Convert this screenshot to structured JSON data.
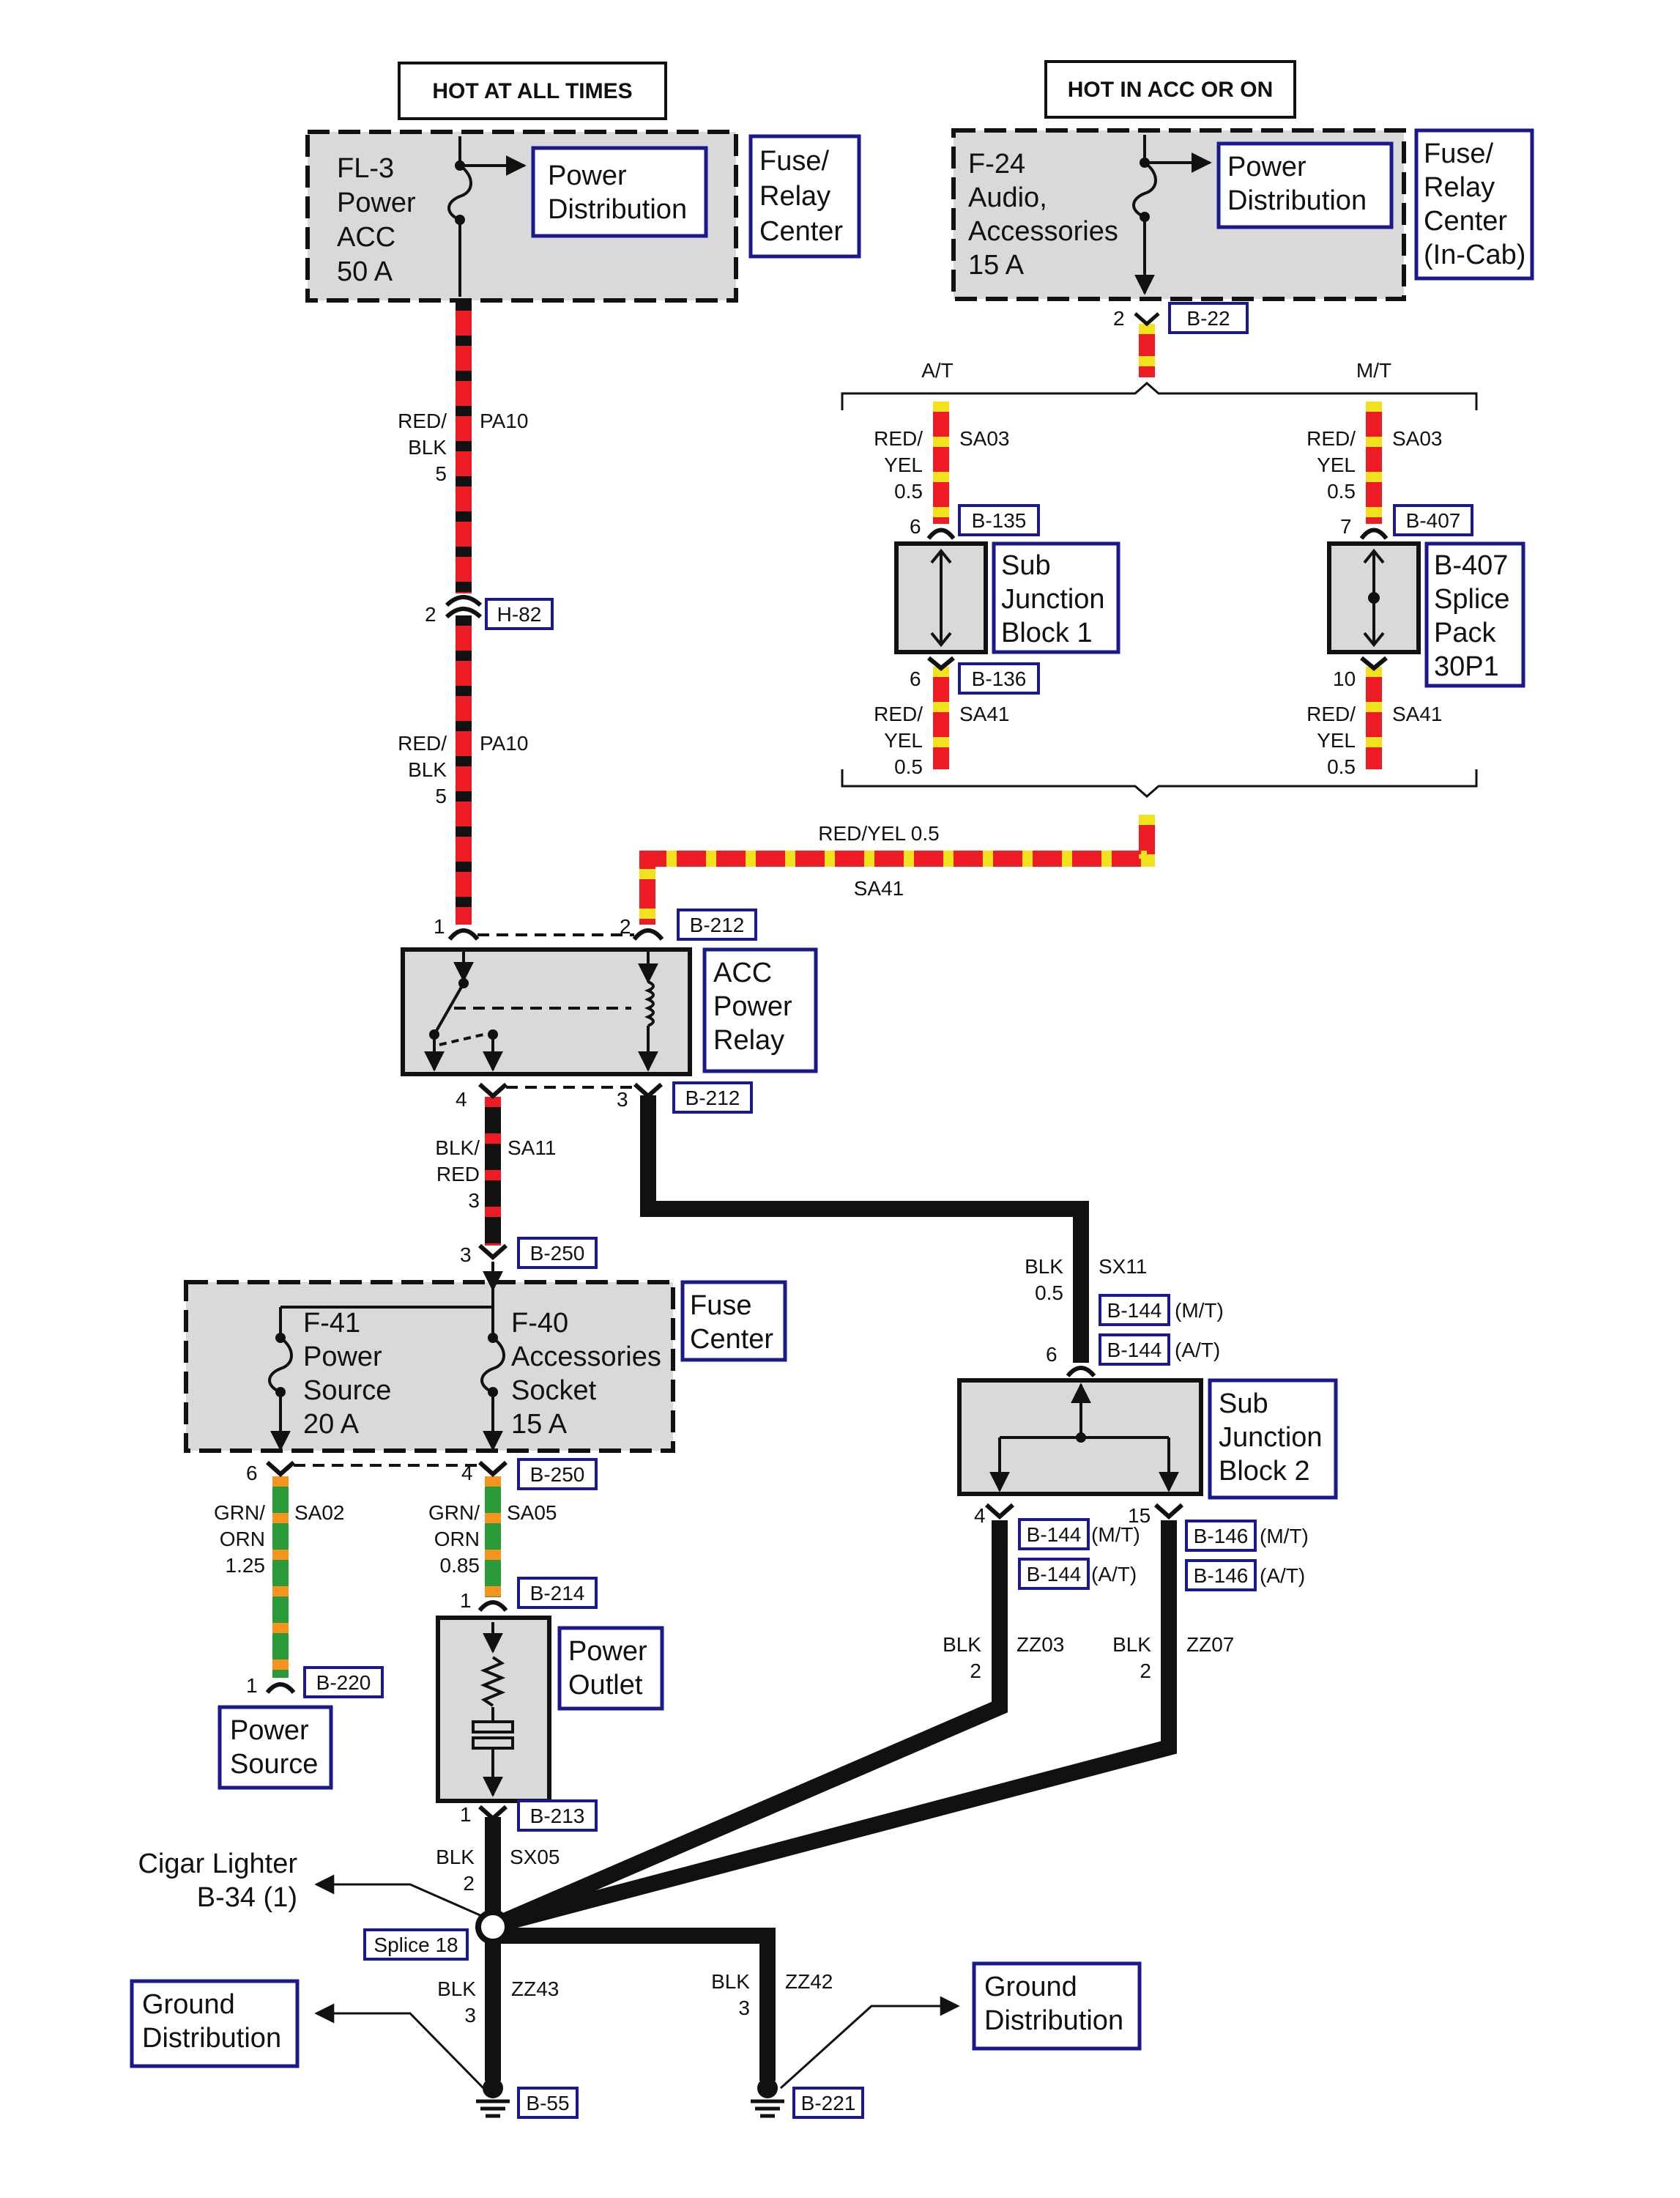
{
  "colors": {
    "red": "#ed1c24",
    "black": "#111111",
    "green": "#2b9a3a",
    "yellow_stripe": "#f2e21d",
    "orange_stripe": "#f7941d",
    "component_fill": "#d9d9d9",
    "label_border": "#1a1a8c"
  },
  "header": {
    "hot_at_all_times": "HOT AT ALL TIMES",
    "hot_in_acc": "HOT IN ACC OR ON"
  },
  "fuses": {
    "fl3": [
      "FL-3",
      "Power",
      "ACC",
      "50 A"
    ],
    "f24": [
      "F-24",
      "Audio,",
      "Accessories",
      "15 A"
    ],
    "f41": [
      "F-41",
      "Power",
      "Source",
      "20 A"
    ],
    "f40": [
      "F-40",
      "Accessories",
      "Socket",
      "15 A"
    ]
  },
  "boxes": {
    "power_dist_1": [
      "Power",
      "Distribution"
    ],
    "power_dist_2": [
      "Power",
      "Distribution"
    ],
    "fuse_relay_center": [
      "Fuse/",
      "Relay",
      "Center"
    ],
    "fuse_relay_center_cab": [
      "Fuse/",
      "Relay",
      "Center",
      "(In-Cab)"
    ],
    "sub_junction_1": [
      "Sub",
      "Junction",
      "Block 1"
    ],
    "b407_splice": [
      "B-407",
      "Splice",
      "Pack",
      "30P1"
    ],
    "acc_power_relay": [
      "ACC",
      "Power",
      "Relay"
    ],
    "fuse_center": [
      "Fuse",
      "Center"
    ],
    "sub_junction_2": [
      "Sub",
      "Junction",
      "Block 2"
    ],
    "power_source": [
      "Power",
      "Source"
    ],
    "power_outlet": [
      "Power",
      "Outlet"
    ],
    "ground_dist_left": [
      "Ground",
      "Distribution"
    ],
    "ground_dist_right": [
      "Ground",
      "Distribution"
    ]
  },
  "connectors": {
    "b22": "B-22",
    "h82": "H-82",
    "b135": "B-135",
    "b136": "B-136",
    "b407": "B-407",
    "b212_top": "B-212",
    "b212_bot": "B-212",
    "b250_top": "B-250",
    "b250_bot": "B-250",
    "b144_mt_top": "B-144",
    "b144_at_top": "B-144",
    "b144_mt_bot": "B-144",
    "b144_at_bot": "B-144",
    "b146_mt": "B-146",
    "b146_at": "B-146",
    "b214": "B-214",
    "b220": "B-220",
    "b213": "B-213",
    "splice18": "Splice 18",
    "b55": "B-55",
    "b221": "B-221"
  },
  "pins": {
    "b22": "2",
    "h82": "2",
    "b135": "6",
    "b136": "6",
    "b407_in": "7",
    "b407_out": "10",
    "relay_1": "1",
    "relay_2": "2",
    "relay_4": "4",
    "relay_3": "3",
    "b250_in": "3",
    "b250_out_f41": "6",
    "b250_out_f40": "4",
    "sjb2_in": "6",
    "sjb2_out_4": "4",
    "sjb2_out_15": "15",
    "b214": "1",
    "b220": "1",
    "b213": "1"
  },
  "variants": {
    "at": "A/T",
    "mt": "M/T",
    "mt_paren": "(M/T)",
    "at_paren": "(A/T)"
  },
  "wires": {
    "pa10_top": {
      "color": [
        "RED/",
        "BLK",
        "5"
      ],
      "circuit": "PA10"
    },
    "pa10_bot": {
      "color": [
        "RED/",
        "BLK",
        "5"
      ],
      "circuit": "PA10"
    },
    "sa03_at": {
      "color": [
        "RED/",
        "YEL",
        "0.5"
      ],
      "circuit": "SA03"
    },
    "sa03_mt": {
      "color": [
        "RED/",
        "YEL",
        "0.5"
      ],
      "circuit": "SA03"
    },
    "sa41_at": {
      "color": [
        "RED/",
        "YEL",
        "0.5"
      ],
      "circuit": "SA41"
    },
    "sa41_mt": {
      "color": [
        "RED/",
        "YEL",
        "0.5"
      ],
      "circuit": "SA41"
    },
    "sa41_h": {
      "color": "RED/YEL 0.5",
      "circuit": "SA41"
    },
    "sa11": {
      "color": [
        "BLK/",
        "RED",
        "3"
      ],
      "circuit": "SA11"
    },
    "sx11": {
      "color": [
        "BLK",
        "0.5"
      ],
      "circuit": "SX11"
    },
    "sa02": {
      "color": [
        "GRN/",
        "ORN",
        "1.25"
      ],
      "circuit": "SA02"
    },
    "sa05": {
      "color": [
        "GRN/",
        "ORN",
        "0.85"
      ],
      "circuit": "SA05"
    },
    "zz03": {
      "color": [
        "BLK",
        "2"
      ],
      "circuit": "ZZ03"
    },
    "zz07": {
      "color": [
        "BLK",
        "2"
      ],
      "circuit": "ZZ07"
    },
    "sx05": {
      "color": [
        "BLK",
        "2"
      ],
      "circuit": "SX05"
    },
    "zz43": {
      "color": [
        "BLK",
        "3"
      ],
      "circuit": "ZZ43"
    },
    "zz42": {
      "color": [
        "BLK",
        "3"
      ],
      "circuit": "ZZ42"
    }
  },
  "references": {
    "cigar_lighter": [
      "Cigar Lighter",
      "B-34 (1)"
    ]
  }
}
